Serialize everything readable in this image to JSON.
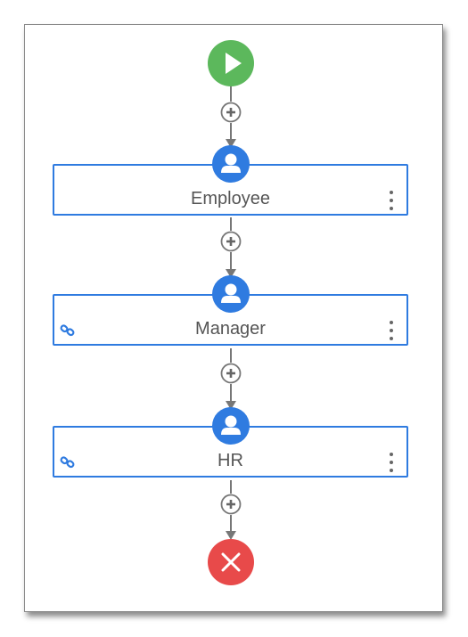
{
  "colors": {
    "start": "#5cb85c",
    "end": "#e84a4a",
    "node_border": "#2f7be0",
    "connector": "#777777"
  },
  "start_node": {
    "icon": "play-icon"
  },
  "end_node": {
    "icon": "close-icon"
  },
  "add_step_icon": "plus-circle-icon",
  "steps": [
    {
      "label": "Employee",
      "icon": "user-icon",
      "linked": false
    },
    {
      "label": "Manager",
      "icon": "user-icon",
      "linked": true,
      "link_icon": "link-icon"
    },
    {
      "label": "HR",
      "icon": "user-icon",
      "linked": true,
      "link_icon": "link-icon"
    }
  ],
  "menu_icon": "more-vertical-icon"
}
